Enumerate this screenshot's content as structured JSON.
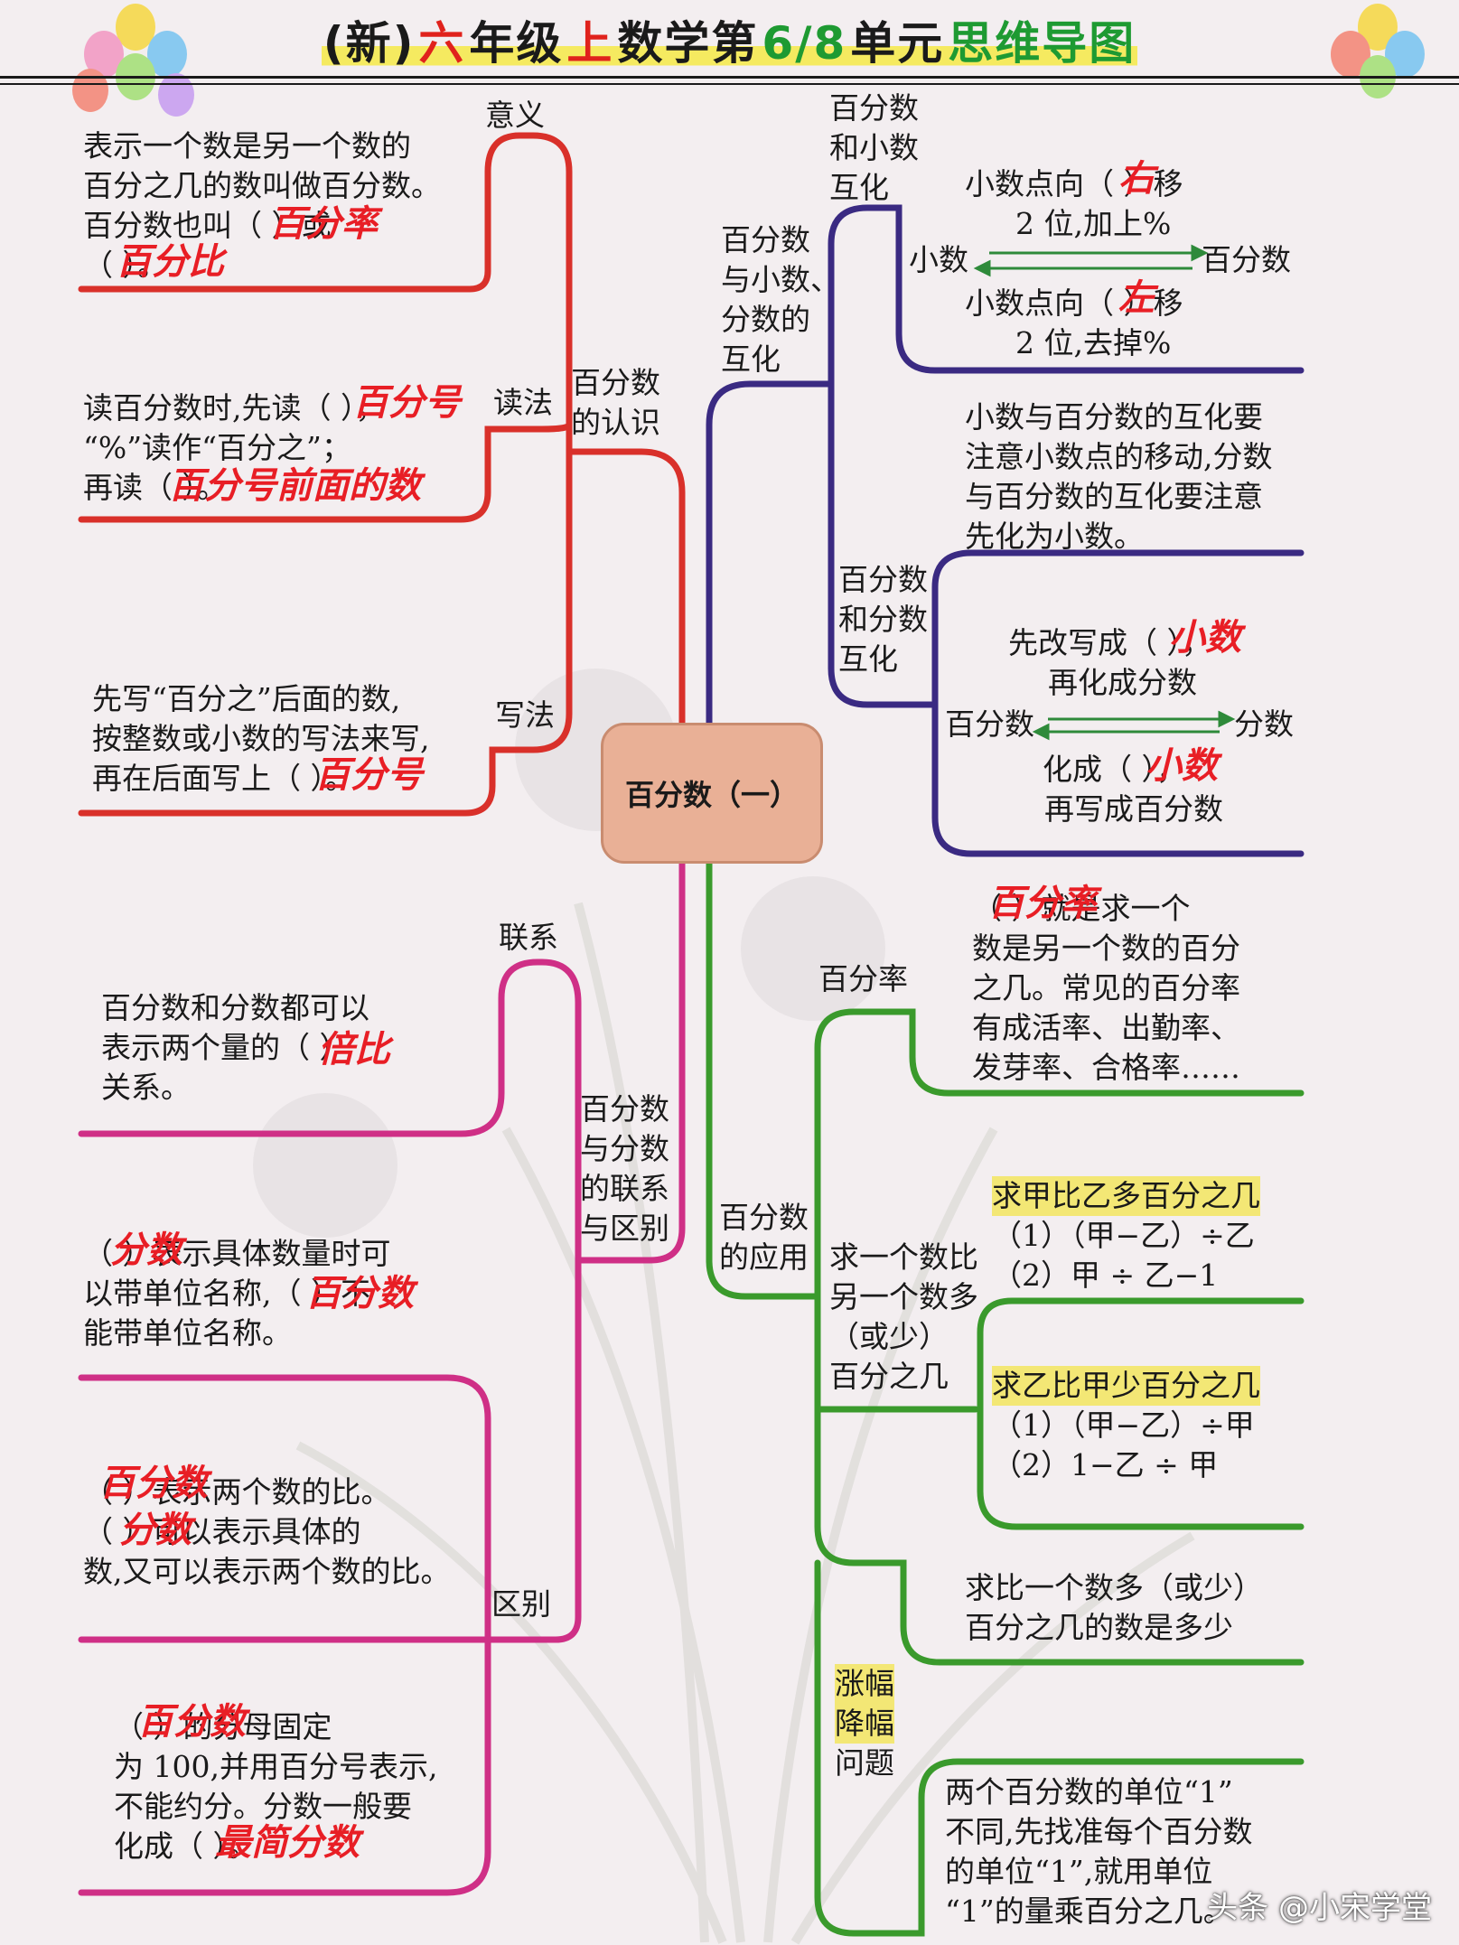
{
  "title": {
    "p1": "(新)",
    "p2": "六",
    "p3": "年级",
    "p4": "上",
    "p5": "数学第",
    "p6": "6/8",
    "p7": "单元",
    "p8": "思维导图"
  },
  "center": "百分数（一）",
  "left": {
    "branch1": "百分数\n的认识",
    "yiyi": {
      "label": "意义",
      "lines": [
        "表示一个数是另一个数的",
        "百分之几的数叫做百分数。",
        "百分数也叫（         ）或",
        "（         ）。"
      ],
      "hw1": "百分率",
      "hw2": "百分比"
    },
    "dufa": {
      "label": "读法",
      "lines": [
        "读百分数时,先读（         ），",
        "“%”读作“百分之”；",
        "再读（                         ）。"
      ],
      "hw1": "百分号",
      "hw2": "百分号前面的数"
    },
    "xiefa": {
      "label": "写法",
      "lines": [
        "先写“百分之”后面的数,",
        "按整数或小数的写法来写,",
        "再在后面写上（         ）。"
      ],
      "hw": "百分号"
    },
    "branch2": "百分数\n与分数\n的联系\n与区别",
    "lianxi": {
      "label": "联系",
      "lines": [
        "百分数和分数都可以",
        "表示两个量的（        ）",
        "关系。"
      ],
      "hw": "倍比"
    },
    "qubie": {
      "label": "区别",
      "b1": {
        "lines": [
          "（        ）表示具体数量时可",
          "以带单位名称,（           ）不",
          "能带单位名称。"
        ],
        "hw1": "分数",
        "hw2": "百分数"
      },
      "b2": {
        "lines": [
          "（           ）表示两个数的比。",
          "（           ）可以表示具体的",
          "数,又可以表示两个数的比。"
        ],
        "hw1": "百分数",
        "hw2": "分数"
      },
      "b3": {
        "lines": [
          "（           ）的分母固定",
          "为 100,并用百分号表示,",
          "不能约分。分数一般要",
          "化成（                  ）。"
        ],
        "hw1": "百分数",
        "hw2": "最简分数"
      }
    }
  },
  "right": {
    "branch1": "百分数\n与小数、\n分数的\n互化",
    "xiaoshu": {
      "label": "百分数\n和小数\n互化",
      "top": [
        "小数点向（    ）移",
        "2 位,加上%"
      ],
      "hw1": "右",
      "from": "小数",
      "to": "百分数",
      "bottom": [
        "小数点向（    ）移",
        "2 位,去掉%"
      ],
      "hw2": "左"
    },
    "note": [
      "小数与百分数的互化要",
      "注意小数点的移动,分数",
      "与百分数的互化要注意",
      "先化为小数。"
    ],
    "fenshu": {
      "label": "百分数\n和分数\n互化",
      "top": [
        "先改写成（        ），",
        "再化成分数"
      ],
      "hw1": "小数",
      "from": "百分数",
      "to": "分数",
      "bottom": [
        "化成（        ），",
        "再写成百分数"
      ],
      "hw2": "小数"
    },
    "branch2": "百分数\n的应用",
    "baifenlv": {
      "label": "百分率",
      "lines": [
        "（           ）就是求一个",
        "数是另一个数的百分",
        "之几。常见的百分率",
        "有成活率、出勤率、",
        "发芽率、合格率……"
      ],
      "hw": "百分率"
    },
    "qiubi": {
      "label": "求一个数比\n另一个数多\n（或少）\n百分之几",
      "a": {
        "head": "求甲比乙多百分之几",
        "l1": "（1）（甲−乙）÷乙",
        "l2": "（2）甲 ÷ 乙−1"
      },
      "b": {
        "head": "求乙比甲少百分之几",
        "l1": "（1）（甲−乙）÷甲",
        "l2": "（2）1−乙 ÷ 甲"
      }
    },
    "qiubi2": [
      "求比一个数多（或少）",
      "百分之几的数是多少"
    ],
    "zhangfu": {
      "l1": "涨幅",
      "l2": "降幅",
      "l3": "问题",
      "lines": [
        "两个百分数的单位“1”",
        "不同,先找准每个百分数",
        "的单位“1”,就用单位",
        "“1”的量乘百分之几。"
      ]
    }
  },
  "watermark": "头条 @小宋学堂",
  "colors": {
    "red": "#d9302a",
    "navy": "#3a2a82",
    "magenta": "#cf2f86",
    "green": "#3a9a2c",
    "center": "#e9b096"
  }
}
